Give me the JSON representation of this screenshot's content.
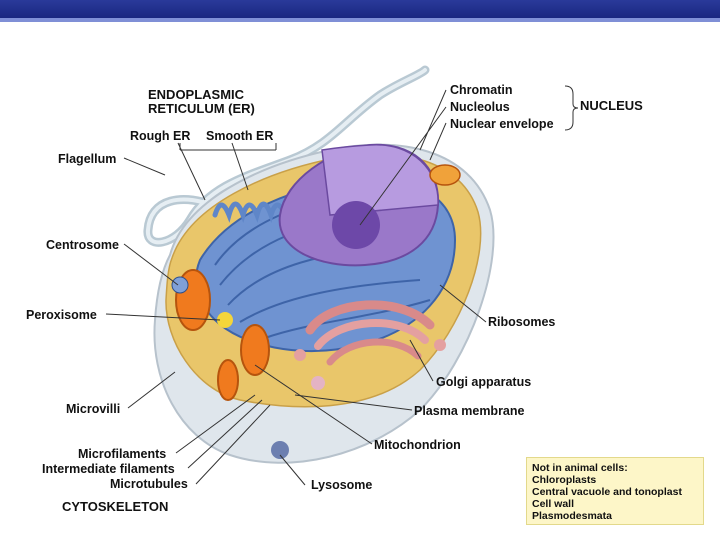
{
  "er": {
    "heading_line1": "ENDOPLASMIC",
    "heading_line2": "RETICULUM (ER)",
    "rough": "Rough ER",
    "smooth": "Smooth ER"
  },
  "nucleus": {
    "group_label": "NUCLEUS",
    "parts": [
      "Chromatin",
      "Nucleolus",
      "Nuclear envelope"
    ]
  },
  "left_labels": {
    "flagellum": "Flagellum",
    "centrosome": "Centrosome",
    "peroxisome": "Peroxisome",
    "microvilli": "Microvilli"
  },
  "right_labels": {
    "ribosomes": "Ribosomes",
    "golgi": "Golgi apparatus",
    "plasma_membrane": "Plasma membrane",
    "mitochondrion": "Mitochondrion",
    "lysosome": "Lysosome"
  },
  "cytoskeleton": {
    "parts": [
      "Microfilaments",
      "Intermediate filaments",
      "Microtubules"
    ],
    "group_label": "CYTOSKELETON"
  },
  "note": {
    "lines": [
      "Not in animal cells:",
      "Chloroplasts",
      "Central vacuole and tonoplast",
      "Cell wall",
      "Plasmodesmata"
    ]
  },
  "colors": {
    "header_bar": "#1c2a86",
    "cytoplasm": "#e9c66a",
    "er": "#5f86c8",
    "nucleus": "#8f6ac2",
    "golgi": "#d98a8a",
    "mitochondria": "#f07a1e",
    "note_bg": "#fdf6c8"
  }
}
